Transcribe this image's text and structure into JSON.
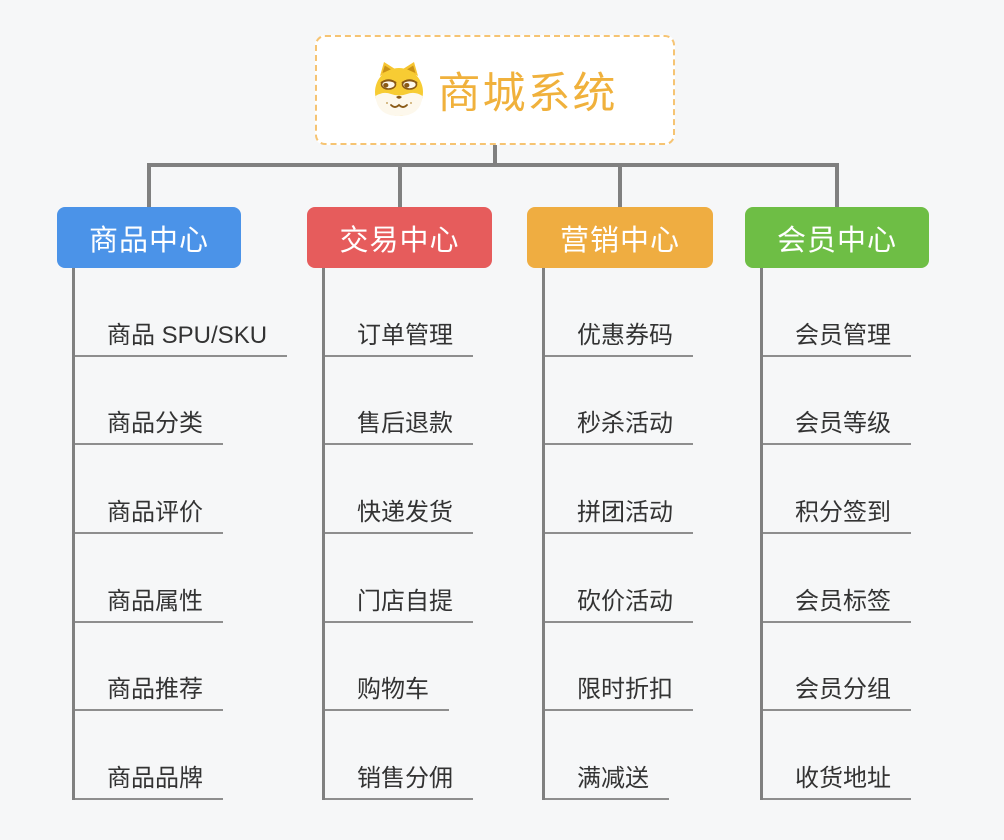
{
  "root": {
    "title": "商城系统",
    "icon": "doge-icon"
  },
  "colors": {
    "root_accent": "#f0b13c",
    "root_border": "#f6c473",
    "connector_gray": "#808080",
    "underline_gray": "#8e8e8e",
    "leaf_text": "#333333",
    "canvas_bg": "#f6f7f8"
  },
  "branches": [
    {
      "label": "商品中心",
      "color": "#4b93e8",
      "leaves": [
        "商品 SPU/SKU",
        "商品分类",
        "商品评价",
        "商品属性",
        "商品推荐",
        "商品品牌"
      ]
    },
    {
      "label": "交易中心",
      "color": "#e65c5c",
      "leaves": [
        "订单管理",
        "售后退款",
        "快递发货",
        "门店自提",
        "购物车",
        "销售分佣"
      ]
    },
    {
      "label": "营销中心",
      "color": "#efad41",
      "leaves": [
        "优惠券码",
        "秒杀活动",
        "拼团活动",
        "砍价活动",
        "限时折扣",
        "满减送"
      ]
    },
    {
      "label": "会员中心",
      "color": "#6ebe45",
      "leaves": [
        "会员管理",
        "会员等级",
        "积分签到",
        "会员标签",
        "会员分组",
        "收货地址"
      ]
    }
  ]
}
